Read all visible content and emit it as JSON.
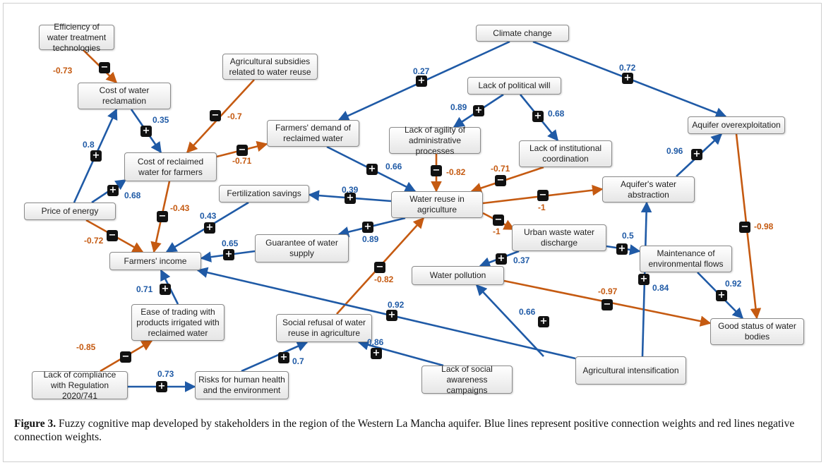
{
  "colors": {
    "positive": "#1f5aa6",
    "negative": "#c55a11"
  },
  "nodes": [
    {
      "id": "eff",
      "label": "Efficiency of water treatment technologies"
    },
    {
      "id": "cwr",
      "label": "Cost of water reclamation"
    },
    {
      "id": "sub",
      "label": "Agricultural subsidies related to water reuse"
    },
    {
      "id": "crf",
      "label": "Cost of reclaimed water for farmers"
    },
    {
      "id": "fdr",
      "label": "Farmers' demand of reclaimed water"
    },
    {
      "id": "cc",
      "label": "Climate change"
    },
    {
      "id": "lpw",
      "label": "Lack of political will"
    },
    {
      "id": "laa",
      "label": "Lack of agility of administrative processes"
    },
    {
      "id": "lic",
      "label": "Lack of institutional coordination"
    },
    {
      "id": "ao",
      "label": "Aquifer overexploitation"
    },
    {
      "id": "awa",
      "label": "Aquifer's water abstraction"
    },
    {
      "id": "pe",
      "label": "Price of energy"
    },
    {
      "id": "fs",
      "label": "Fertilization savings"
    },
    {
      "id": "wra",
      "label": "Water reuse in agriculture"
    },
    {
      "id": "fi",
      "label": "Farmers' income"
    },
    {
      "id": "gws",
      "label": "Guarantee of water supply"
    },
    {
      "id": "uww",
      "label": "Urban waste water discharge"
    },
    {
      "id": "mef",
      "label": "Maintenance of environmental flows"
    },
    {
      "id": "wp",
      "label": "Water pollution"
    },
    {
      "id": "etp",
      "label": "Ease of trading with products irrigated with reclaimed water"
    },
    {
      "id": "srw",
      "label": "Social refusal of water reuse in agriculture"
    },
    {
      "id": "gsw",
      "label": "Good status of water bodies"
    },
    {
      "id": "lcr",
      "label": "Lack of compliance with Regulation 2020/741"
    },
    {
      "id": "rhh",
      "label": "Risks for human health and the environment"
    },
    {
      "id": "lsa",
      "label": "Lack of social awareness campaigns"
    },
    {
      "id": "ai",
      "label": "Agricultural intensification"
    }
  ],
  "edges": [
    {
      "from": "eff",
      "to": "cwr",
      "sign": "−",
      "weight": "-0.73"
    },
    {
      "from": "cwr",
      "to": "crf",
      "sign": "+",
      "weight": "0.35"
    },
    {
      "from": "sub",
      "to": "crf",
      "sign": "−",
      "weight": "-0.7"
    },
    {
      "from": "crf",
      "to": "fdr",
      "sign": "−",
      "weight": "-0.71"
    },
    {
      "from": "crf",
      "to": "fi",
      "sign": "−",
      "weight": "-0.43"
    },
    {
      "from": "pe",
      "to": "cwr",
      "sign": "+",
      "weight": "0.8"
    },
    {
      "from": "pe",
      "to": "crf",
      "sign": "+",
      "weight": "0.68"
    },
    {
      "from": "pe",
      "to": "fi",
      "sign": "−",
      "weight": "-0.72"
    },
    {
      "from": "cc",
      "to": "fdr",
      "sign": "+",
      "weight": "0.27"
    },
    {
      "from": "cc",
      "to": "ao",
      "sign": "+",
      "weight": "0.72"
    },
    {
      "from": "lpw",
      "to": "laa",
      "sign": "+",
      "weight": "0.89"
    },
    {
      "from": "lpw",
      "to": "lic",
      "sign": "+",
      "weight": "0.68"
    },
    {
      "from": "laa",
      "to": "wra",
      "sign": "−",
      "weight": "-0.82"
    },
    {
      "from": "lic",
      "to": "wra",
      "sign": "−",
      "weight": "-0.71"
    },
    {
      "from": "fdr",
      "to": "wra",
      "sign": "+",
      "weight": "0.66"
    },
    {
      "from": "wra",
      "to": "fs",
      "sign": "+",
      "weight": "0.39"
    },
    {
      "from": "wra",
      "to": "gws",
      "sign": "+",
      "weight": "0.89"
    },
    {
      "from": "wra",
      "to": "awa",
      "sign": "−",
      "weight": "-1"
    },
    {
      "from": "wra",
      "to": "uww",
      "sign": "−",
      "weight": "-1"
    },
    {
      "from": "fs",
      "to": "fi",
      "sign": "+",
      "weight": "0.43"
    },
    {
      "from": "gws",
      "to": "fi",
      "sign": "+",
      "weight": "0.65"
    },
    {
      "from": "awa",
      "to": "ao",
      "sign": "+",
      "weight": "0.96"
    },
    {
      "from": "ao",
      "to": "gsw",
      "sign": "−",
      "weight": "-0.98"
    },
    {
      "from": "uww",
      "to": "mef",
      "sign": "+",
      "weight": "0.5"
    },
    {
      "from": "uww",
      "to": "wp",
      "sign": "+",
      "weight": "0.37"
    },
    {
      "from": "mef",
      "to": "gsw",
      "sign": "+",
      "weight": "0.92"
    },
    {
      "from": "wp",
      "to": "gsw",
      "sign": "−",
      "weight": "-0.97"
    },
    {
      "from": "etp",
      "to": "fi",
      "sign": "+",
      "weight": "0.71"
    },
    {
      "from": "lcr",
      "to": "etp",
      "sign": "−",
      "weight": "-0.85"
    },
    {
      "from": "lcr",
      "to": "rhh",
      "sign": "+",
      "weight": "0.73"
    },
    {
      "from": "rhh",
      "to": "srw",
      "sign": "+",
      "weight": "0.7"
    },
    {
      "from": "srw",
      "to": "wra",
      "sign": "−",
      "weight": "-0.82"
    },
    {
      "from": "lsa",
      "to": "srw",
      "sign": "+",
      "weight": "0.86"
    },
    {
      "from": "ai",
      "to": "fi",
      "sign": "+",
      "weight": "0.92"
    },
    {
      "from": "ai",
      "to": "wp",
      "sign": "+",
      "weight": "0.66"
    },
    {
      "from": "ai",
      "to": "awa",
      "sign": "+",
      "weight": "0.84"
    }
  ],
  "caption": {
    "label": "Figure 3.",
    "text": " Fuzzy cognitive map developed by stakeholders in the region of the Western La Mancha aquifer. Blue lines represent positive connection weights and red lines negative connection weights."
  }
}
